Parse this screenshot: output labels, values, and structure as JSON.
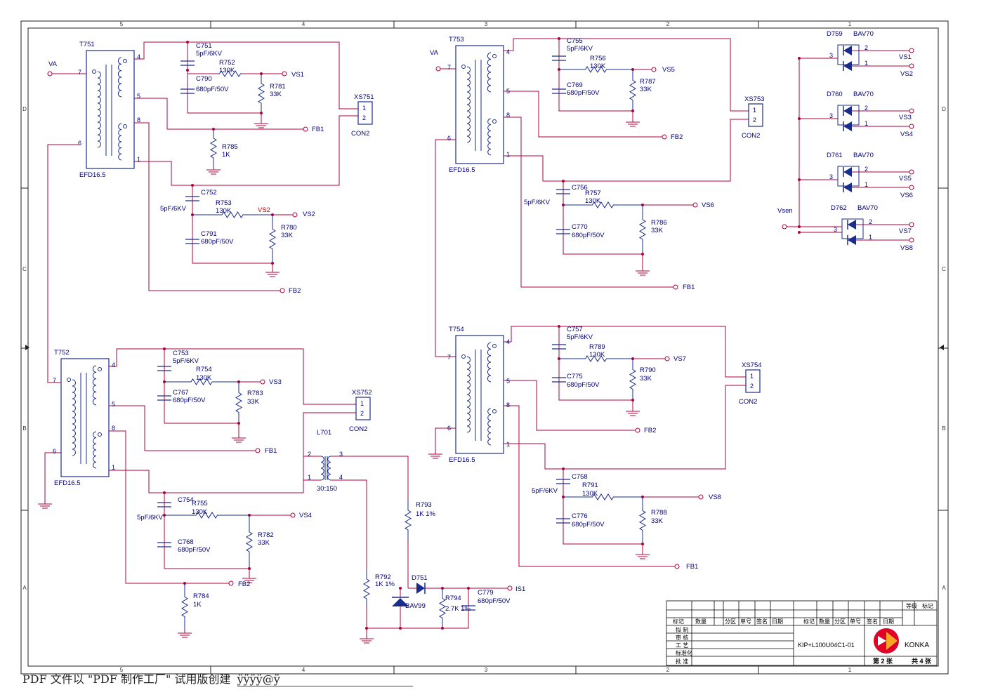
{
  "sheet": {
    "zones_top": [
      "5",
      "4",
      "3",
      "2",
      "1"
    ],
    "zones_side": [
      "D",
      "C",
      "B",
      "A"
    ]
  },
  "transformers": [
    {
      "ref": "T751",
      "type": "EFD16.5",
      "pins": [
        "4",
        "5",
        "8",
        "1",
        "7",
        "6"
      ]
    },
    {
      "ref": "T753",
      "type": "EFD16.5",
      "pins": [
        "4",
        "5",
        "8",
        "1",
        "7",
        "6"
      ]
    },
    {
      "ref": "T752",
      "type": "EFD16.5",
      "pins": [
        "4",
        "5",
        "8",
        "1",
        "7",
        "6"
      ]
    },
    {
      "ref": "T754",
      "type": "EFD16.5",
      "pins": [
        "4",
        "5",
        "8",
        "1",
        "7",
        "6"
      ]
    }
  ],
  "capacitors": [
    {
      "ref": "C751",
      "value": "5pF/6KV"
    },
    {
      "ref": "C790",
      "value": "680pF/50V"
    },
    {
      "ref": "C752",
      "value": "5pF/6KV"
    },
    {
      "ref": "C791",
      "value": "680pF/50V"
    },
    {
      "ref": "C755",
      "value": "5pF/6KV"
    },
    {
      "ref": "C769",
      "value": "680pF/50V"
    },
    {
      "ref": "C756",
      "value": "5pF/6KV"
    },
    {
      "ref": "C770",
      "value": "680pF/50V"
    },
    {
      "ref": "C753",
      "value": "5pF/6KV"
    },
    {
      "ref": "C767",
      "value": "680pF/50V"
    },
    {
      "ref": "C754",
      "value": "5pF/6KV"
    },
    {
      "ref": "C768",
      "value": "680pF/50V"
    },
    {
      "ref": "C757",
      "value": "5pF/6KV"
    },
    {
      "ref": "C775",
      "value": "680pF/50V"
    },
    {
      "ref": "C758",
      "value": "5pF/6KV"
    },
    {
      "ref": "C776",
      "value": "680pF/50V"
    },
    {
      "ref": "C779",
      "value": "680pF/50V"
    }
  ],
  "resistors": [
    {
      "ref": "R752",
      "value": "130K"
    },
    {
      "ref": "R781",
      "value": "33K"
    },
    {
      "ref": "R785",
      "value": "1K"
    },
    {
      "ref": "R753",
      "value": "130K"
    },
    {
      "ref": "R780",
      "value": "33K"
    },
    {
      "ref": "R756",
      "value": "130K"
    },
    {
      "ref": "R787",
      "value": "33K"
    },
    {
      "ref": "R757",
      "value": "130K"
    },
    {
      "ref": "R786",
      "value": "33K"
    },
    {
      "ref": "R754",
      "value": "130K"
    },
    {
      "ref": "R783",
      "value": "33K"
    },
    {
      "ref": "R755",
      "value": "130K"
    },
    {
      "ref": "R782",
      "value": "33K"
    },
    {
      "ref": "R784",
      "value": "1K"
    },
    {
      "ref": "R789",
      "value": "130K"
    },
    {
      "ref": "R790",
      "value": "33K"
    },
    {
      "ref": "R791",
      "value": "130K"
    },
    {
      "ref": "R788",
      "value": "33K"
    },
    {
      "ref": "R793",
      "value": "1K 1%"
    },
    {
      "ref": "R792",
      "value": "1K 1%"
    },
    {
      "ref": "R794",
      "value": "2.7K 1%"
    }
  ],
  "connectors": [
    {
      "ref": "XS751",
      "type": "CON2",
      "pins": [
        "1",
        "2"
      ]
    },
    {
      "ref": "XS753",
      "type": "CON2",
      "pins": [
        "1",
        "2"
      ]
    },
    {
      "ref": "XS752",
      "type": "CON2",
      "pins": [
        "1",
        "2"
      ]
    },
    {
      "ref": "XS754",
      "type": "CON2",
      "pins": [
        "1",
        "2"
      ]
    }
  ],
  "diodes": [
    {
      "ref": "D759",
      "type": "BAV70"
    },
    {
      "ref": "D760",
      "type": "BAV70"
    },
    {
      "ref": "D761",
      "type": "BAV70"
    },
    {
      "ref": "D762",
      "type": "BAV70"
    },
    {
      "ref": "D751",
      "type": ""
    },
    {
      "ref": "",
      "type": "BAV99"
    }
  ],
  "inductor": {
    "ref": "L701",
    "ratio": "30:150",
    "pins": [
      "2",
      "3",
      "1",
      "4"
    ]
  },
  "nets": [
    "VA",
    "VS1",
    "VS2",
    "VS3",
    "VS4",
    "VS5",
    "VS6",
    "VS7",
    "VS8",
    "FB1",
    "FB2",
    "IS1",
    "Vsen"
  ],
  "title_block": {
    "grade_label": "等级",
    "mark_label": "标记",
    "rev_headers": [
      "标记",
      "数量",
      "分区",
      "单号",
      "签名",
      "日期"
    ],
    "roles": [
      "拟  制",
      "审  核",
      "工  艺",
      "标准化",
      "批  准"
    ],
    "drawing_number": "KIP+L100U04C1-01",
    "company": "KONKA",
    "sheet_no": "第 2 张",
    "sheet_total": "共 4 张"
  },
  "watermark": {
    "text": "PDF 文件以 \"PDF 制作工厂\" 试用版创建",
    "link": "ÿÿÿÿ@ÿ"
  },
  "colors": {
    "wire": "#b0003a",
    "symbol": "#1a2c8c",
    "text": "#00007a",
    "node": "#b0003a",
    "logo": "#e0002a"
  }
}
